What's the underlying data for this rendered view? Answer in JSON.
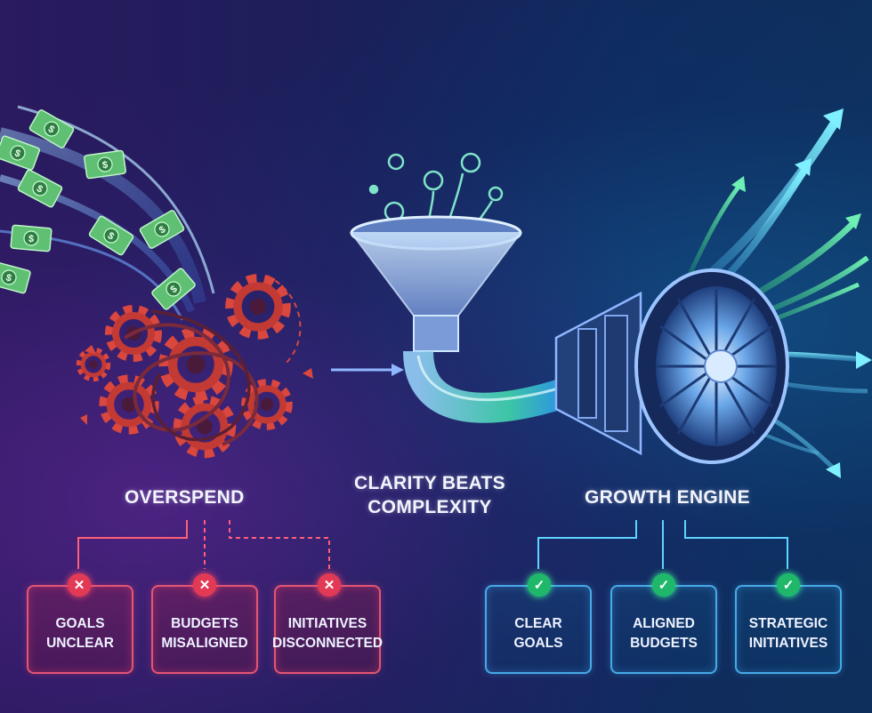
{
  "headings": {
    "left": "OVERSPEND",
    "center_line1": "CLARITY BEATS",
    "center_line2": "COMPLEXITY",
    "right": "GROWTH ENGINE"
  },
  "problems": [
    {
      "line1": "GOALS",
      "line2": "UNCLEAR",
      "icon": "x-icon"
    },
    {
      "line1": "BUDGETS",
      "line2": "MISALIGNED",
      "icon": "x-icon"
    },
    {
      "line1": "INITIATIVES",
      "line2": "DISCONNECTED",
      "icon": "x-icon"
    }
  ],
  "solutions": [
    {
      "line1": "CLEAR",
      "line2": "GOALS",
      "icon": "check-icon"
    },
    {
      "line1": "ALIGNED",
      "line2": "BUDGETS",
      "icon": "check-icon"
    },
    {
      "line1": "STRATEGIC",
      "line2": "INITIATIVES",
      "icon": "check-icon"
    }
  ],
  "badge_glyphs": {
    "bad": "✕",
    "good": "✓"
  },
  "colors": {
    "bad": "#e23a55",
    "good": "#1fb86a",
    "money": "#6fd08a",
    "gear": "#d9473f",
    "flow": "#4fb8ff",
    "growth": "#6ef0b4"
  }
}
